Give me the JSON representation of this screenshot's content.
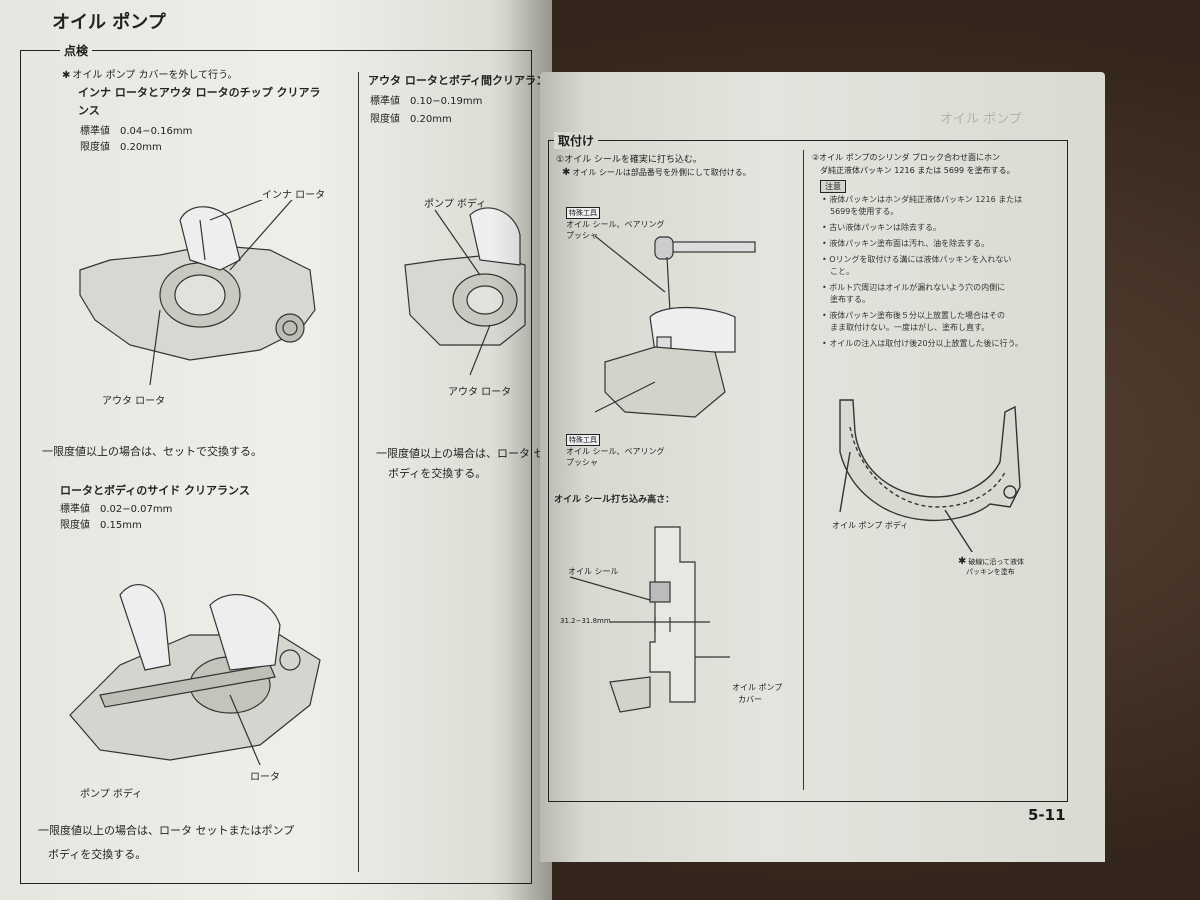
{
  "left": {
    "title": "オイル ポンプ",
    "section": "点検",
    "note": "オイル ポンプ カバーを外して行う。",
    "inner_outer_title": "インナ ロータとアウタ ロータのチップ クリアラ",
    "inner_outer_title_cont": "ンス",
    "std1": "標準値　0.04−0.16mm",
    "lim1": "限度値　0.20mm",
    "label_inner_rotor": "インナ ロータ",
    "label_outer_rotor": "アウタ ロータ",
    "action1": "一限度値以上の場合は、セットで交換する。",
    "side_title": "ロータとボディのサイド クリアランス",
    "std2": "標準値　0.02−0.07mm",
    "lim2": "限度値　0.15mm",
    "label_pump_body": "ポンプ ボディ",
    "label_rotor": "ロータ",
    "action2_line1": "一限度値以上の場合は、ロータ セットまたはポンプ",
    "action2_line2": "ボディを交換する。",
    "col2_title": "アウタ ロータとボディ間クリアランス",
    "std3": "標準値　0.10−0.19mm",
    "lim3": "限度値　0.20mm",
    "label_pump_body2": "ポンプ ボディ",
    "label_outer_rotor2": "アウタ ロータ",
    "action3_line1": "一限度値以上の場合は、ロータ セットまたは",
    "action3_line2": "ボディを交換する。"
  },
  "right": {
    "section": "取付け",
    "step1": "①オイル シールを確実に打ち込む。",
    "step1_note": "オイル シールは部品番号を外側にして取付ける。",
    "tool_label": "特殊工具",
    "tool1_line1": "オイル シール、ベアリング",
    "tool1_line2": "プッシャ",
    "tool2_line1": "オイル シール、ベアリング",
    "tool2_line2": "プッシャ",
    "depth_title": "オイル シール打ち込み高さ：",
    "label_oil_seal": "オイル シール",
    "depth_value": "31.2−31.8mm",
    "label_pump_cover_line1": "オイル ポンプ",
    "label_pump_cover_line2": "カバー",
    "step2_line1": "②オイル ポンプのシリンダ ブロック合わせ面にホン",
    "step2_line2": "ダ純正液体パッキン 1216 または 5699 を塗布する。",
    "note_header": "注意",
    "bullets": [
      "液体パッキンはホンダ純正液体パッキン 1216 または",
      "5699を使用する。",
      "古い液体パッキンは除去する。",
      "液体パッキン塗布面は汚れ、油を除去する。",
      "Oリングを取付ける溝には液体パッキンを入れない",
      "こと。",
      "ボルト穴周辺はオイルが漏れないよう穴の内側に",
      "塗布する。",
      "液体パッキン塗布後５分以上放置した場合はその",
      "まま取付けない。一度はがし、塗布し直す。",
      "オイルの注入は取付け後20分以上放置した後に行う。"
    ],
    "label_pump_body": "オイル ポンプ ボディ",
    "label_sealant_line1": "破線に沿って液体",
    "label_sealant_line2": "パッキンを塗布",
    "faded_header": "オイル ポンプ",
    "page_number": "5-11"
  }
}
